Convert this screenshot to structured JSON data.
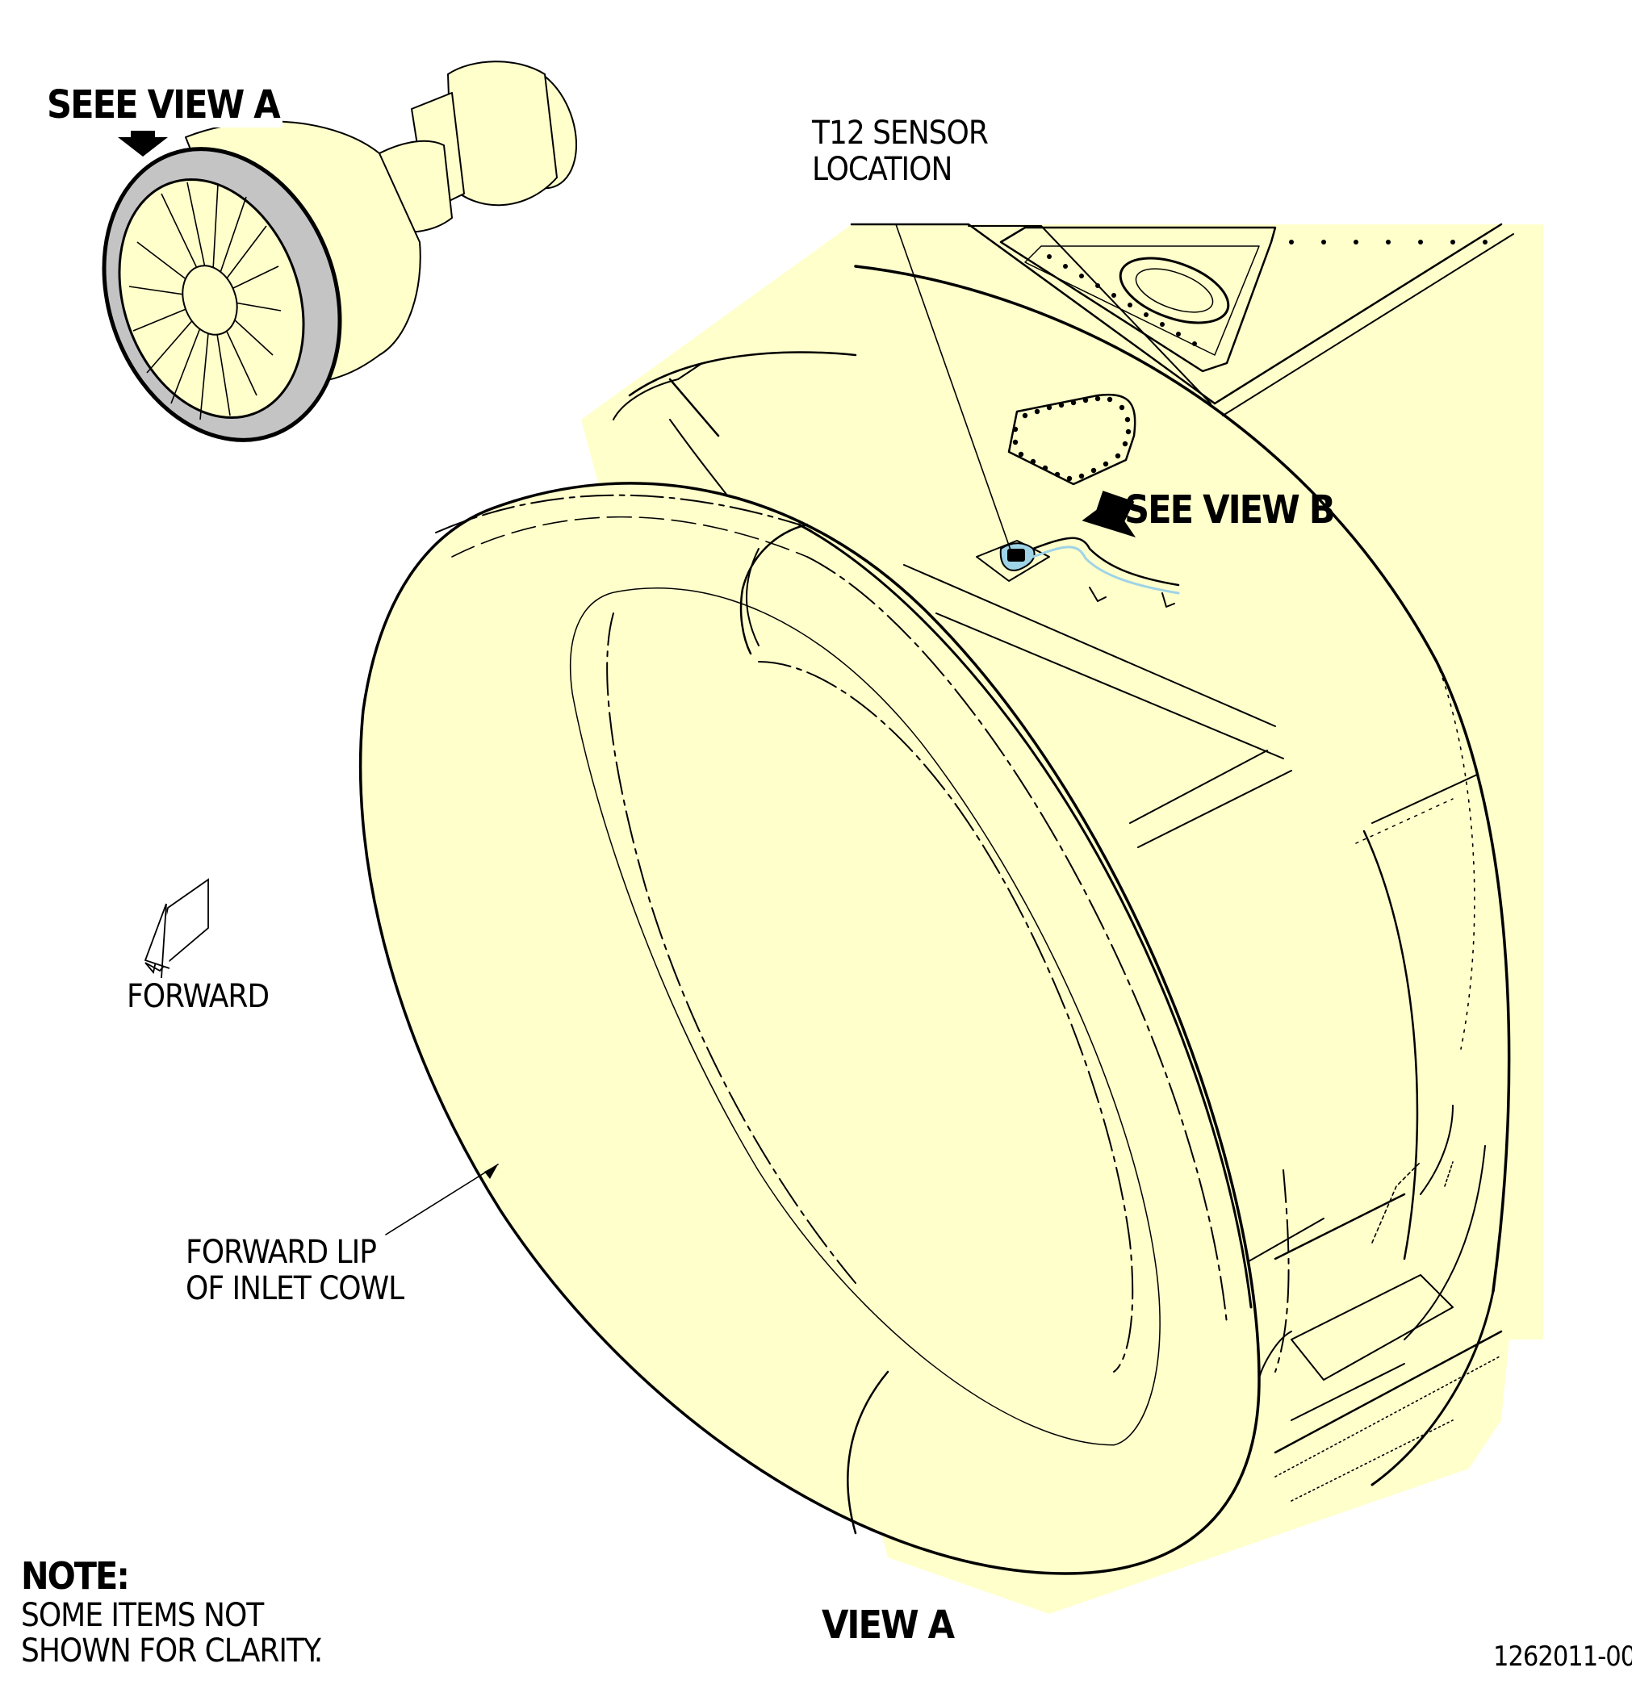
{
  "labels": {
    "see_view_a": "SEEE VIEW A",
    "t12_line1": "T12 SENSOR",
    "t12_line2": "LOCATION",
    "see_view_b": "SEE VIEW B",
    "forward": "FORWARD",
    "forward_lip_line1": "FORWARD LIP",
    "forward_lip_line2": "OF INLET COWL",
    "note_title": "NOTE:",
    "note_line1": "SOME ITEMS NOT",
    "note_line2": "SHOWN FOR CLARITY.",
    "view_title": "VIEW A",
    "figure_number": "1262011-00"
  },
  "colors": {
    "part_fill": "#ffffcc",
    "cowl_band": "#c4c4c4",
    "sensor_highlight": "#9fd3e6",
    "line": "#000000",
    "background": "#ffffff"
  },
  "icons": {
    "forward_indicator": "forward-arrow-icon",
    "view_pointer": "solid-arrow-icon"
  }
}
